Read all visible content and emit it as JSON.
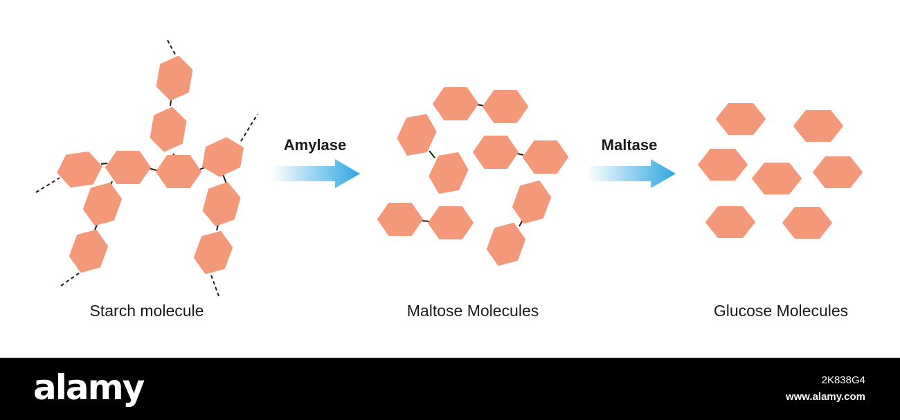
{
  "colors": {
    "unit_fill": "#f4987a",
    "bond": "#1a1a1a",
    "arrow_start": "#ffffff",
    "arrow_end": "#2ea6e1",
    "footer_bg": "#000000"
  },
  "stages": [
    {
      "label": "Starch molecule"
    },
    {
      "label": "Maltose Molecules"
    },
    {
      "label": "Glucose Molecules"
    }
  ],
  "arrows": [
    {
      "label": "Amylase"
    },
    {
      "label": "Maltase"
    }
  ],
  "footer": {
    "brand": "alamy",
    "image_id": "2K838G4",
    "site": "www.alamy.com"
  }
}
